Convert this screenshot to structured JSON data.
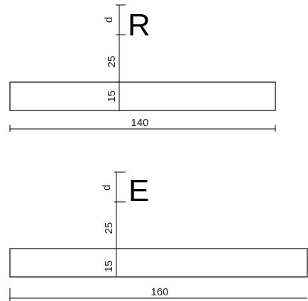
{
  "diagram": {
    "top": {
      "letter": "R",
      "dim_d": "d",
      "dim_gap": "25",
      "dim_thickness": "15",
      "dim_width": "140"
    },
    "bottom": {
      "letter": "E",
      "dim_d": "d",
      "dim_gap": "25",
      "dim_thickness": "15",
      "dim_width": "160"
    }
  },
  "colors": {
    "line": "#000000",
    "text": "#1a1a1a",
    "background": "#ffffff"
  }
}
